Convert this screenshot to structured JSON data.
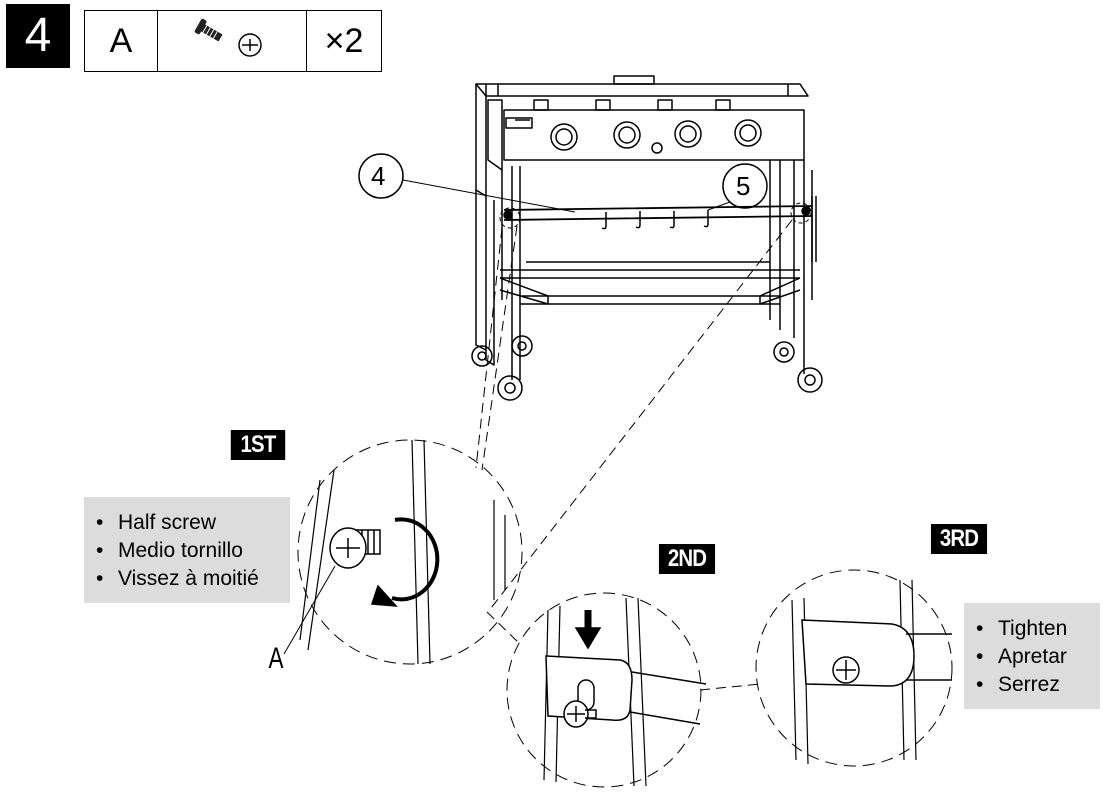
{
  "step": {
    "number": "4"
  },
  "parts": {
    "letter": "A",
    "quantity": "×2",
    "icons": [
      "screw-icon",
      "screw-head-icon"
    ]
  },
  "callouts": {
    "bar": "4",
    "hooks": "5"
  },
  "detail_tags": {
    "first": "1ST",
    "second": "2ND",
    "third": "3RD"
  },
  "part_label": "A",
  "notes_first": [
    "Half screw",
    "Medio tornillo",
    "Vissez à moitié"
  ],
  "notes_third": [
    "Tighten",
    "Apretar",
    "Serrez"
  ],
  "colors": {
    "note_bg": "#dcdcdc",
    "tag_bg": "#000000"
  }
}
